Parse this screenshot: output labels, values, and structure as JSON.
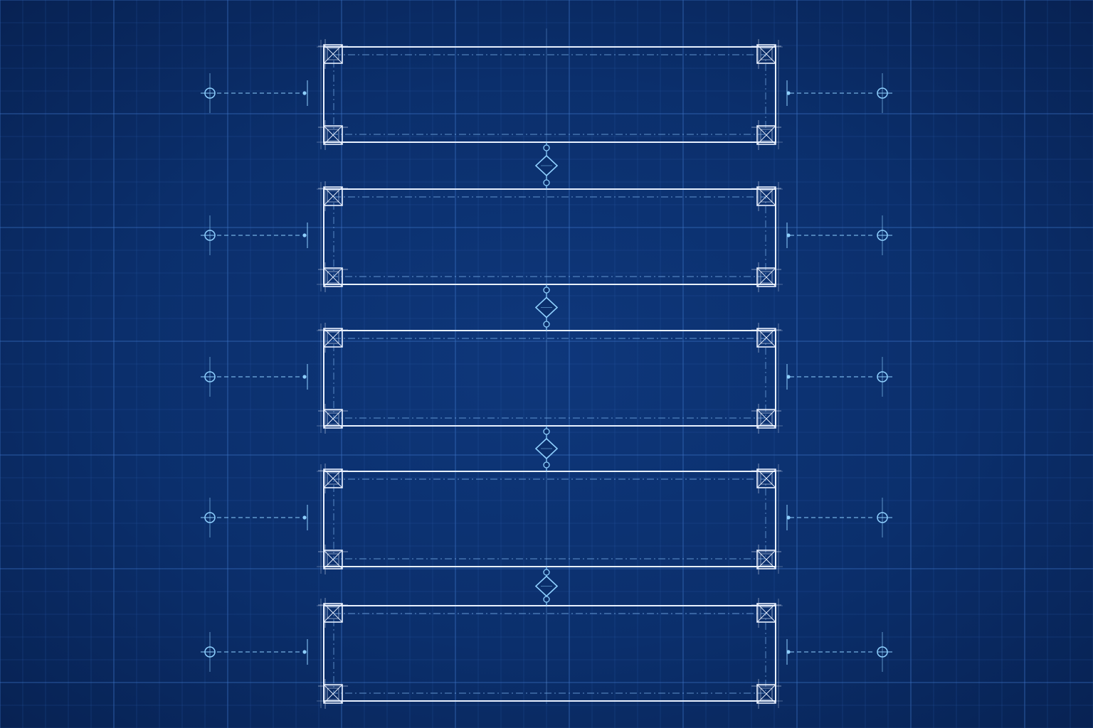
{
  "colors": {
    "background": "#0b2f6c",
    "grid_minor": "#2a5aa6",
    "grid_major": "#3d72c4",
    "primary_line": "#e9f1ff",
    "construction_line": "#7db4ee",
    "accent": "#8fd0ff"
  },
  "panels": [
    {
      "id": "panel-1"
    },
    {
      "id": "panel-2"
    },
    {
      "id": "panel-3"
    },
    {
      "id": "panel-4"
    },
    {
      "id": "panel-5"
    }
  ],
  "connectors": [
    {
      "id": "link-1-2"
    },
    {
      "id": "link-2-3"
    },
    {
      "id": "link-3-4"
    },
    {
      "id": "link-4-5"
    }
  ]
}
